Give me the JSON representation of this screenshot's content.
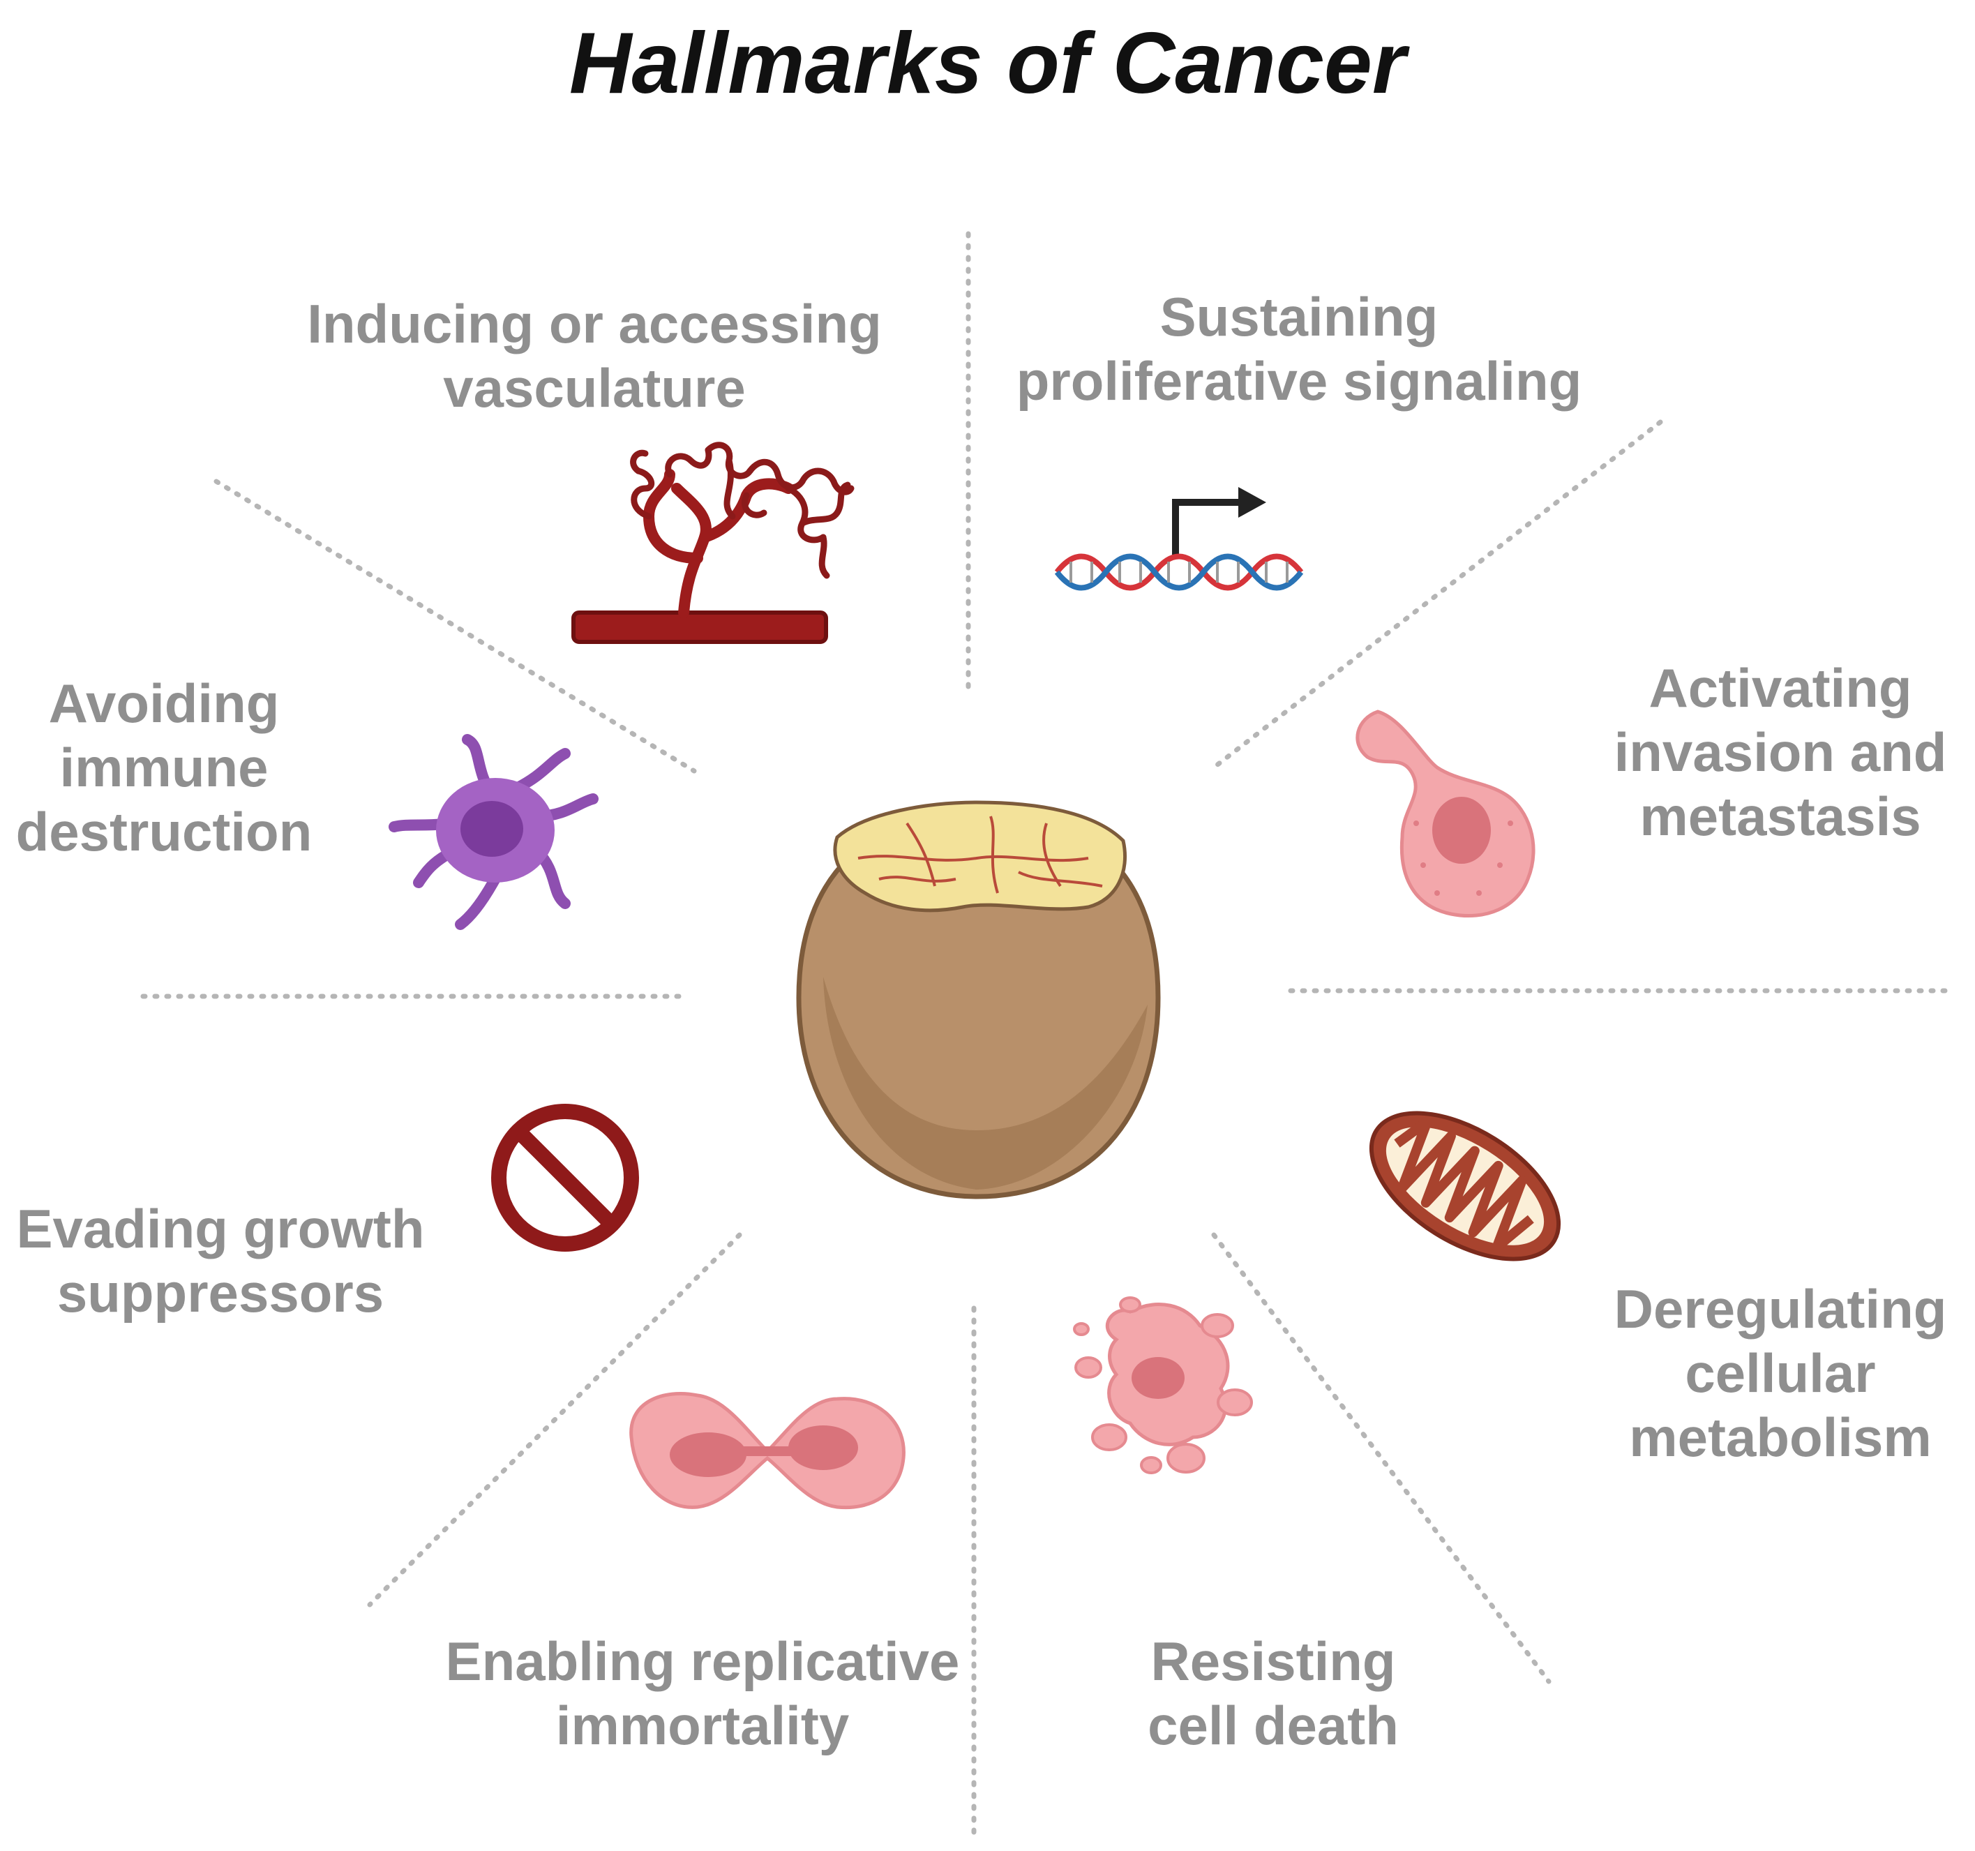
{
  "title": "Hallmarks of Cancer",
  "hallmarks": [
    {
      "id": "vasculature",
      "line1": "Inducing or accessing",
      "line2": "vasculature",
      "icon": "blood-vessel-icon"
    },
    {
      "id": "proliferative",
      "line1": "Sustaining",
      "line2": "proliferative signaling",
      "icon": "dna-transcription-icon"
    },
    {
      "id": "invasion",
      "line1": "Activating",
      "line2": "invasion and",
      "line3": "metastasis",
      "icon": "migrating-cell-icon"
    },
    {
      "id": "metabolism",
      "line1": "Deregulating",
      "line2": "cellular",
      "line3": "metabolism",
      "icon": "mitochondrion-icon"
    },
    {
      "id": "cell-death",
      "line1": "Resisting",
      "line2": "cell death",
      "icon": "apoptotic-cell-icon"
    },
    {
      "id": "immortality",
      "line1": "Enabling replicative",
      "line2": "immortality",
      "icon": "dividing-cell-icon"
    },
    {
      "id": "growth-suppressors",
      "line1": "Evading growth",
      "line2": "suppressors",
      "icon": "prohibition-icon"
    },
    {
      "id": "immune",
      "line1": "Avoiding",
      "line2": "immune",
      "line3": "destruction",
      "icon": "immune-cell-icon"
    }
  ],
  "center": {
    "icon": "egg-cam-model-icon"
  },
  "colors": {
    "label": "#8f8f8f",
    "vessel": "#8b1a1a",
    "immune": "#8e4fb0",
    "cell": "#f2a5a8",
    "egg": "#b8906a",
    "yolk": "#f3e29a"
  }
}
